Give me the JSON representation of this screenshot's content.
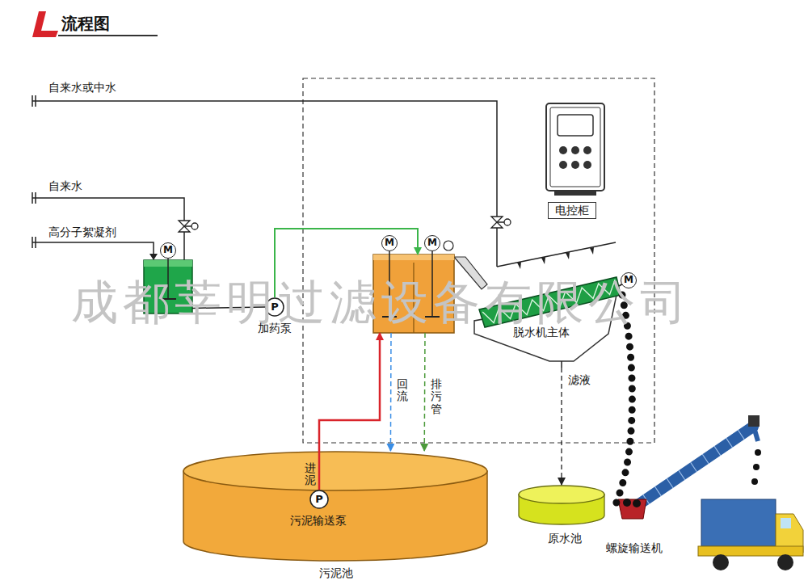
{
  "diagram": {
    "title": "流程图",
    "nodes": [
      {
        "text": [
          "M"
        ]
      },
      {
        "text": [
          "P",
          "加药泵"
        ]
      },
      {
        "text": [
          "M",
          "M"
        ]
      },
      {
        "text": [
          "电控柜"
        ]
      },
      {
        "text": [
          "M",
          "脱水机主体"
        ]
      },
      {
        "text": [
          "污泥池"
        ]
      },
      {
        "text": [
          "P",
          "污泥输送泵"
        ],
        "in": 5
      },
      {
        "text": [
          "原水池"
        ]
      },
      {
        "text": [
          "螺旋输送机"
        ]
      }
    ],
    "edges": [
      {
        "from": 0,
        "to": 1,
        "arrow": "none"
      },
      {
        "from": 1,
        "to": 2,
        "arrow": "to"
      },
      {
        "from": 6,
        "to": 2,
        "label": "进泥",
        "arrow": "to"
      },
      {
        "from": 2,
        "to": 5,
        "label": "回流",
        "arrow": "to"
      },
      {
        "from": 2,
        "to": 5,
        "label": "排污管",
        "arrow": "to"
      },
      {
        "from": 4,
        "to": 7,
        "label": "滤液",
        "arrow": "to"
      },
      {
        "from": 4,
        "to": 8,
        "arrow": "none"
      }
    ],
    "labels": [
      "自来水或中水",
      "自来水",
      "高分子絮凝剂",
      "成都莘明过滤设备有限公司"
    ]
  }
}
